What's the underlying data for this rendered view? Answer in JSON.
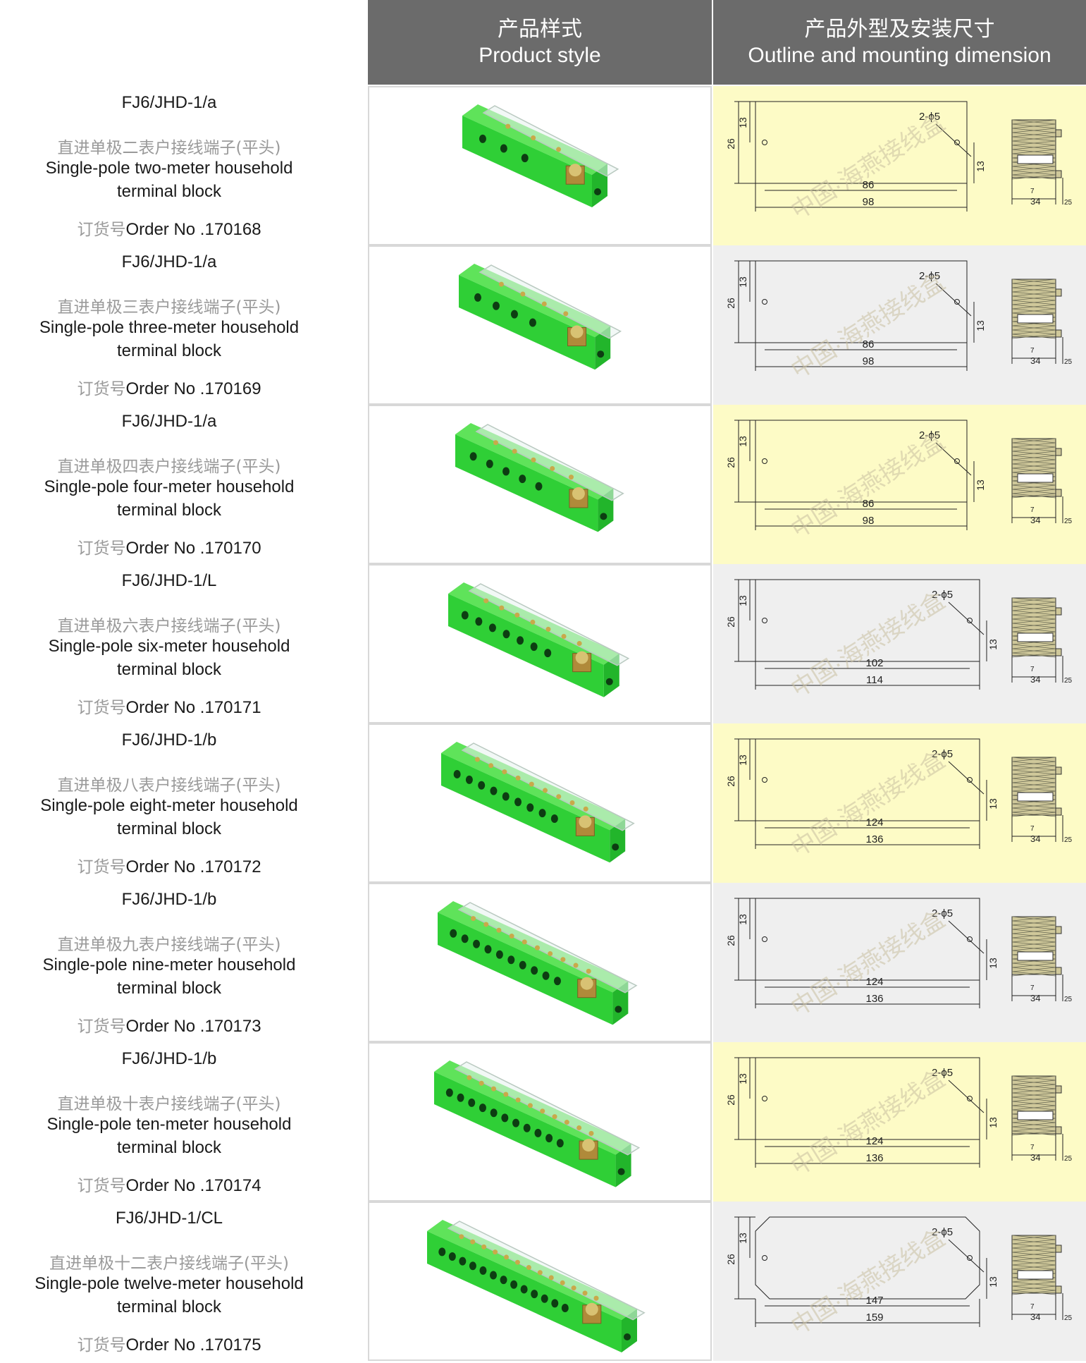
{
  "header": {
    "col1_zh": "产品样式",
    "col1_en": "Product style",
    "col2_zh": "产品外型及安装尺寸",
    "col2_en": "Outline and mounting dimension"
  },
  "dimension_common": {
    "height": "26",
    "hole_offset_top": "13",
    "hole_offset_bottom": "13",
    "holes": "2-ϕ5",
    "side_width": "34",
    "side_small": "7",
    "side_depth": "25"
  },
  "watermark": "中国·海燕接线盒",
  "products": [
    {
      "model": "FJ6/JHD-1/a",
      "desc_zh": "直进单极二表户接线端子(平头)",
      "desc_en_1": "Single-pole two-meter household",
      "desc_en_2": "terminal block",
      "order_zh": "订货号",
      "order_en": "Order No .170168",
      "holes": 3,
      "inner": "86",
      "outer": "98",
      "bg": "yellow"
    },
    {
      "model": "FJ6/JHD-1/a",
      "desc_zh": "直进单极三表户接线端子(平头)",
      "desc_en_1": "Single-pole three-meter household",
      "desc_en_2": "terminal block",
      "order_zh": "订货号",
      "order_en": "Order No .170169",
      "holes": 4,
      "inner": "86",
      "outer": "98",
      "bg": "grey"
    },
    {
      "model": "FJ6/JHD-1/a",
      "desc_zh": "直进单极四表户接线端子(平头)",
      "desc_en_1": "Single-pole four-meter household",
      "desc_en_2": "terminal block",
      "order_zh": "订货号",
      "order_en": "Order No .170170",
      "holes": 5,
      "inner": "86",
      "outer": "98",
      "bg": "yellow"
    },
    {
      "model": "FJ6/JHD-1/L",
      "desc_zh": "直进单极六表户接线端子(平头)",
      "desc_en_1": "Single-pole six-meter household",
      "desc_en_2": "terminal block",
      "order_zh": "订货号",
      "order_en": "Order No .170171",
      "holes": 7,
      "inner": "102",
      "outer": "114",
      "bg": "grey"
    },
    {
      "model": "FJ6/JHD-1/b",
      "desc_zh": "直进单极八表户接线端子(平头)",
      "desc_en_1": "Single-pole eight-meter household",
      "desc_en_2": "terminal block",
      "order_zh": "订货号",
      "order_en": "Order No .170172",
      "holes": 9,
      "inner": "124",
      "outer": "136",
      "bg": "yellow"
    },
    {
      "model": "FJ6/JHD-1/b",
      "desc_zh": "直进单极九表户接线端子(平头)",
      "desc_en_1": "Single-pole nine-meter household",
      "desc_en_2": "terminal block",
      "order_zh": "订货号",
      "order_en": "Order No .170173",
      "holes": 10,
      "inner": "124",
      "outer": "136",
      "bg": "grey"
    },
    {
      "model": "FJ6/JHD-1/b",
      "desc_zh": "直进单极十表户接线端子(平头)",
      "desc_en_1": "Single-pole ten-meter household",
      "desc_en_2": "terminal block",
      "order_zh": "订货号",
      "order_en": "Order No .170174",
      "holes": 11,
      "inner": "124",
      "outer": "136",
      "bg": "yellow"
    },
    {
      "model": "FJ6/JHD-1/CL",
      "desc_zh": "直进单极十二表户接线端子(平头)",
      "desc_en_1": "Single-pole twelve-meter household",
      "desc_en_2": "terminal block",
      "order_zh": "订货号",
      "order_en": "Order No .170175",
      "holes": 13,
      "inner": "147",
      "outer": "159",
      "bg": "grey"
    }
  ]
}
